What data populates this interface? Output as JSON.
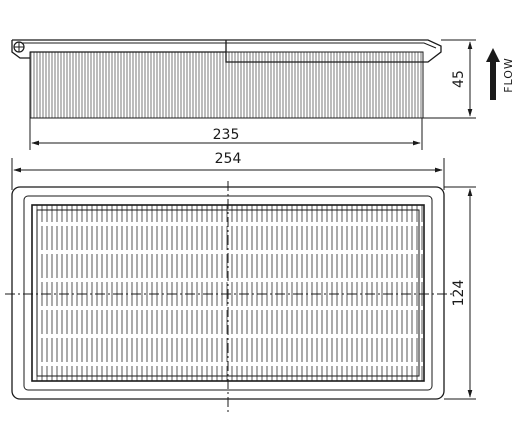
{
  "drawing": {
    "dimensions": {
      "depth_width": "235",
      "overall_width": "254",
      "height": "45",
      "length": "124"
    },
    "flow_label": "FLOW"
  }
}
